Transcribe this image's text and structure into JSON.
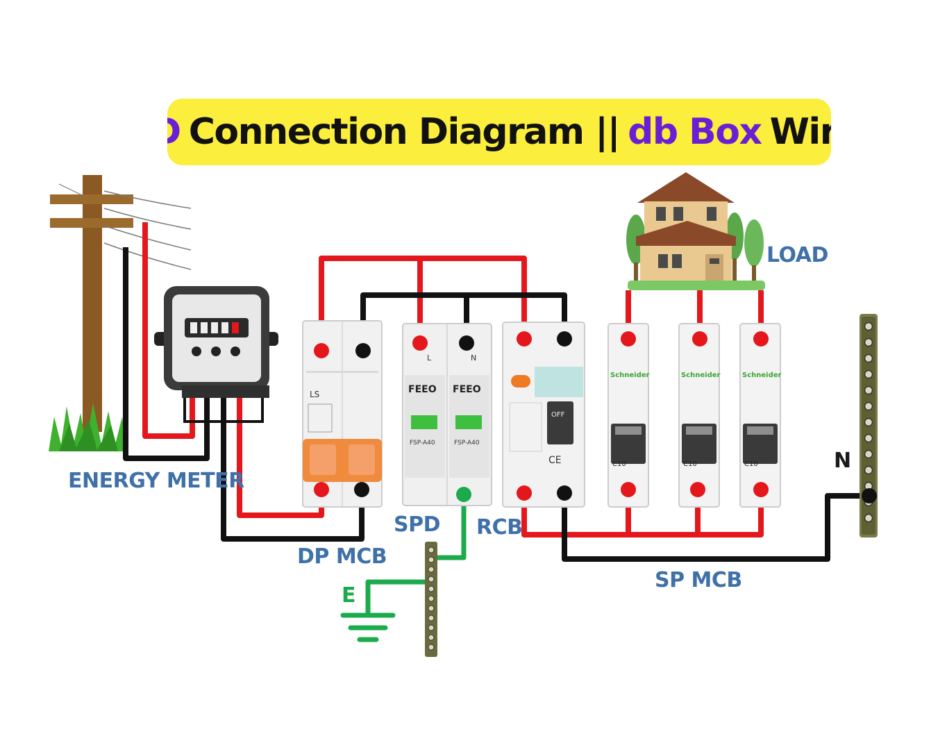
{
  "title": {
    "part1": "SPD",
    "part2": "Connection Diagram ||",
    "part3": "db Box",
    "part4": "Wiring"
  },
  "labels": {
    "energy_meter": "ENERGY METER",
    "dp_mcb": "DP MCB",
    "spd": "SPD",
    "rcb": "RCB",
    "sp_mcb": "SP MCB",
    "load": "LOAD",
    "neutral": "N",
    "earth": "E"
  },
  "device_text": {
    "spd_terminal_l": "L",
    "spd_terminal_n": "N",
    "spd_brand_1": "FEEO",
    "spd_brand_2": "FEEO",
    "spd_model_1": "FSP-A40",
    "spd_model_2": "FSP-A40",
    "mcb_brand_1": "Schneider",
    "mcb_brand_2": "Schneider",
    "mcb_brand_3": "Schneider",
    "mcb_rating_1": "C10",
    "mcb_rating_2": "C10",
    "mcb_rating_3": "C10",
    "dp_mcb_brand": "LS",
    "rcb_switch": "OFF",
    "rcb_ce": "CE"
  },
  "colors": {
    "title_banner": "#fbee3c",
    "title_accent": "#6a1fd6",
    "label_blue": "#3f71a8",
    "phase_wire": "#e3171c",
    "neutral_wire": "#111111",
    "earth_wire": "#1cab4c"
  }
}
